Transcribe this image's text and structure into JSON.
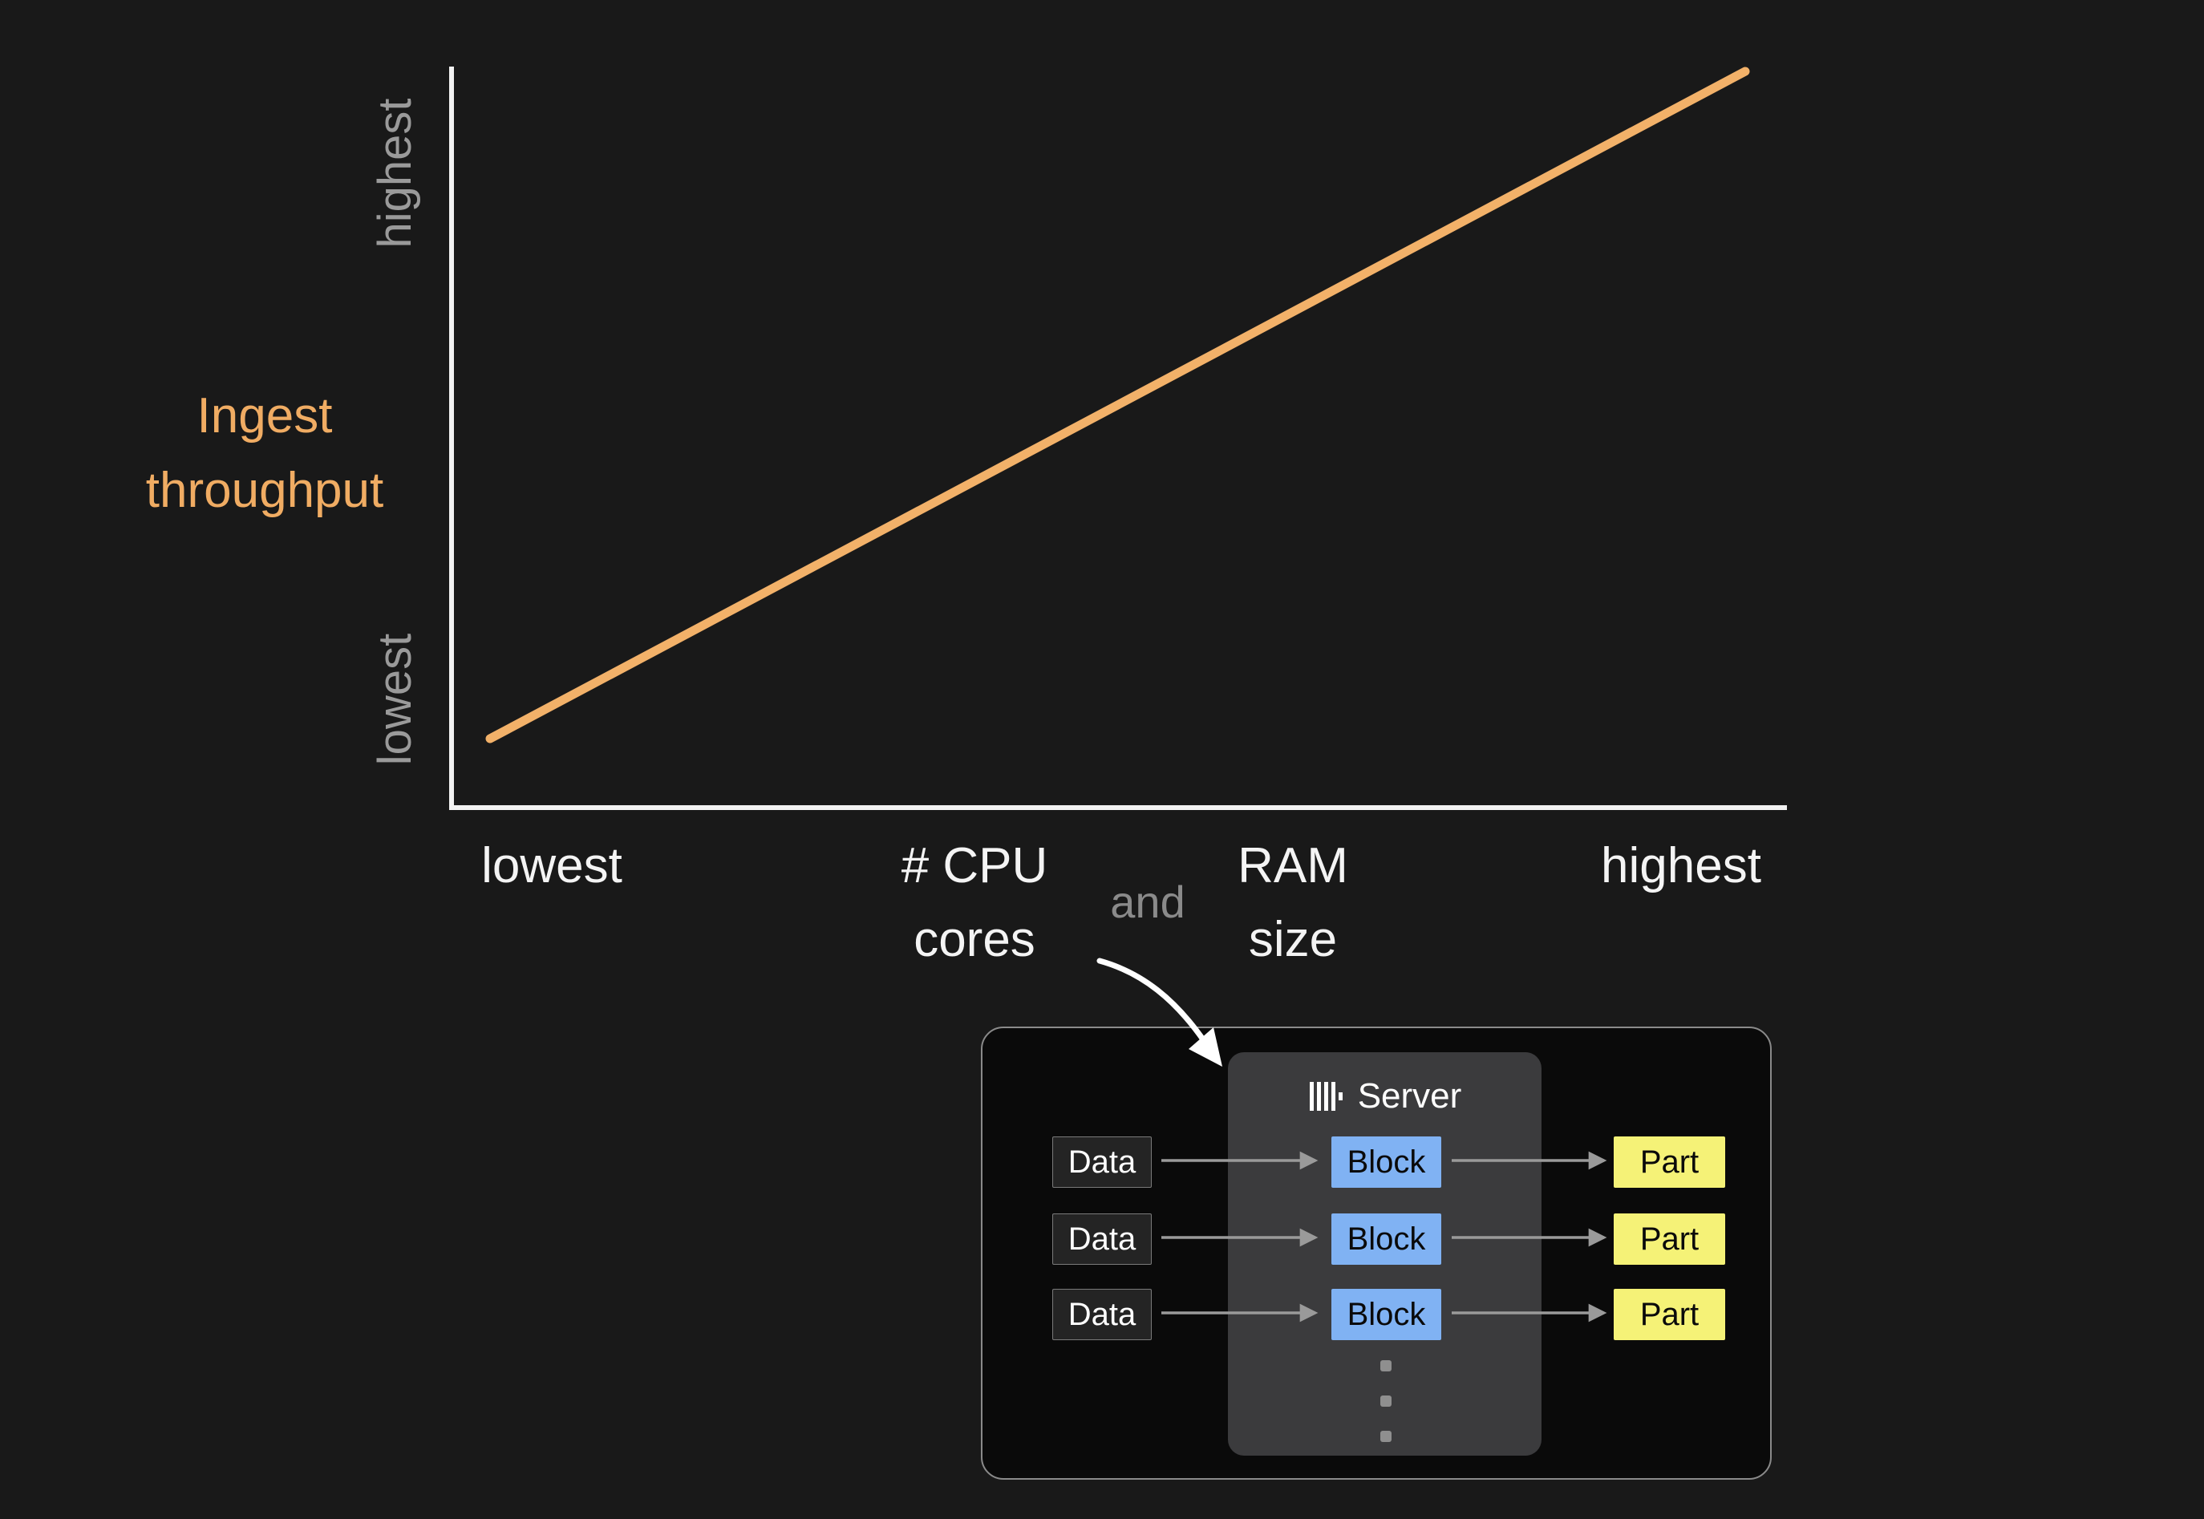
{
  "chart": {
    "ylabel_line1": "Ingest",
    "ylabel_line2": "throughput",
    "y_tick_top": "highest",
    "y_tick_bottom": "lowest",
    "x_tick_left": "lowest",
    "x_label_cpu_line1": "# CPU",
    "x_label_cpu_line2": "cores",
    "x_label_conjunction": "and",
    "x_label_ram_line1": "RAM",
    "x_label_ram_line2": "size",
    "x_tick_right": "highest"
  },
  "chart_data": {
    "type": "line",
    "title": "",
    "xlabel": "# CPU cores and RAM size",
    "ylabel": "Ingest throughput",
    "x_tick_labels": [
      "lowest",
      "highest"
    ],
    "y_tick_labels": [
      "lowest",
      "highest"
    ],
    "xlim": [
      0,
      1
    ],
    "ylim": [
      0,
      1
    ],
    "grid": false,
    "legend": false,
    "series": [
      {
        "name": "Ingest throughput",
        "x": [
          0,
          1
        ],
        "y": [
          0.09,
          0.98
        ]
      }
    ],
    "line_color": "#f2b169",
    "trend": "linear increasing"
  },
  "diagram": {
    "server_label": "Server",
    "server_icon": "clickhouse-logo",
    "rows": [
      {
        "input": "Data",
        "stage": "Block",
        "output": "Part"
      },
      {
        "input": "Data",
        "stage": "Block",
        "output": "Part"
      },
      {
        "input": "Data",
        "stage": "Block",
        "output": "Part"
      }
    ]
  },
  "colors": {
    "background": "#191919",
    "line": "#f2b169",
    "axis": "#f2f2f2",
    "ylabel_text": "#f0ac63",
    "muted_text": "#9a9a9a",
    "block_fill": "#80b2f3",
    "part_fill": "#f5f277",
    "data_fill": "#242424",
    "panel_fill": "#0a0a0a",
    "server_fill": "#3b3b3d"
  }
}
